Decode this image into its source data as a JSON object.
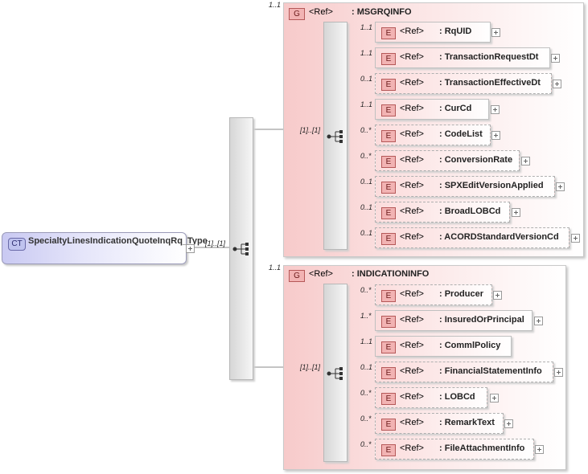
{
  "root": {
    "badge": "CT",
    "name": "SpecialtyLinesIndicationQuoteInqRq_Type",
    "sequence_cardinality": "[1]..[1]"
  },
  "groups": [
    {
      "badge": "G",
      "ref_label": "<Ref>",
      "name": ": MSGRQINFO",
      "cardinality": "1..1",
      "sequence_cardinality": "[1]..[1]",
      "elements": [
        {
          "badge": "E",
          "ref_label": "<Ref>",
          "name": ": RqUID",
          "cardinality": "1..1",
          "optional": false
        },
        {
          "badge": "E",
          "ref_label": "<Ref>",
          "name": ": TransactionRequestDt",
          "cardinality": "1..1",
          "optional": false
        },
        {
          "badge": "E",
          "ref_label": "<Ref>",
          "name": ": TransactionEffectiveDt",
          "cardinality": "0..1",
          "optional": true
        },
        {
          "badge": "E",
          "ref_label": "<Ref>",
          "name": ": CurCd",
          "cardinality": "1..1",
          "optional": false
        },
        {
          "badge": "E",
          "ref_label": "<Ref>",
          "name": ": CodeList",
          "cardinality": "0..*",
          "optional": true
        },
        {
          "badge": "E",
          "ref_label": "<Ref>",
          "name": ": ConversionRate",
          "cardinality": "0..*",
          "optional": true
        },
        {
          "badge": "E",
          "ref_label": "<Ref>",
          "name": ": SPXEditVersionApplied",
          "cardinality": "0..1",
          "optional": true
        },
        {
          "badge": "E",
          "ref_label": "<Ref>",
          "name": ": BroadLOBCd",
          "cardinality": "0..1",
          "optional": true
        },
        {
          "badge": "E",
          "ref_label": "<Ref>",
          "name": ": ACORDStandardVersionCd",
          "cardinality": "0..1",
          "optional": true
        }
      ]
    },
    {
      "badge": "G",
      "ref_label": "<Ref>",
      "name": ": INDICATIONINFO",
      "cardinality": "1..1",
      "sequence_cardinality": "[1]..[1]",
      "elements": [
        {
          "badge": "E",
          "ref_label": "<Ref>",
          "name": ": Producer",
          "cardinality": "0..*",
          "optional": true
        },
        {
          "badge": "E",
          "ref_label": "<Ref>",
          "name": ": InsuredOrPrincipal",
          "cardinality": "1..*",
          "optional": false
        },
        {
          "badge": "E",
          "ref_label": "<Ref>",
          "name": ": CommlPolicy",
          "cardinality": "1..1",
          "optional": false
        },
        {
          "badge": "E",
          "ref_label": "<Ref>",
          "name": ": FinancialStatementInfo",
          "cardinality": "0..1",
          "optional": true
        },
        {
          "badge": "E",
          "ref_label": "<Ref>",
          "name": ": LOBCd",
          "cardinality": "0..*",
          "optional": true
        },
        {
          "badge": "E",
          "ref_label": "<Ref>",
          "name": ": RemarkText",
          "cardinality": "0..*",
          "optional": true
        },
        {
          "badge": "E",
          "ref_label": "<Ref>",
          "name": ": FileAttachmentInfo",
          "cardinality": "0..*",
          "optional": true
        }
      ]
    }
  ]
}
